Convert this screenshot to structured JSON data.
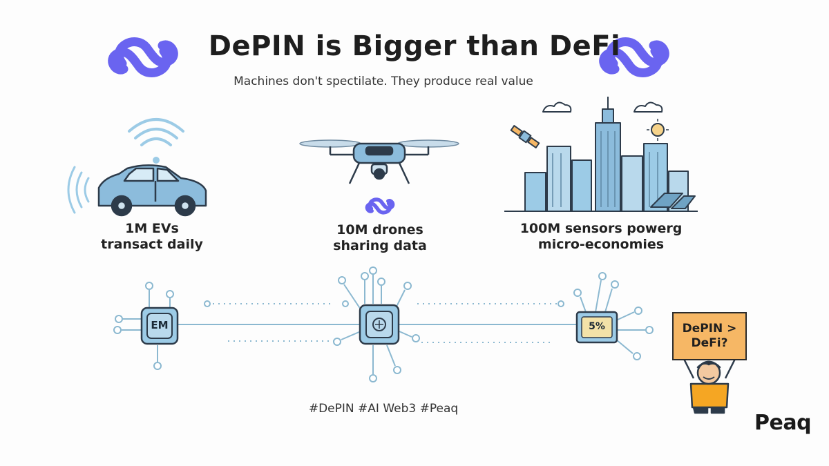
{
  "header": {
    "title": "DePIN is Bigger than DeFi",
    "subtitle": "Machines don't spectilate. They produce real value"
  },
  "panels": [
    {
      "line1": "1M EVs",
      "line2": "transact daily"
    },
    {
      "line1": "10M drones",
      "line2": "sharing data"
    },
    {
      "line1": "100M sensors powerg",
      "line2": "micro-economies"
    }
  ],
  "network": {
    "chip_left_label": "EM",
    "chip_right_label": "5%"
  },
  "sign": {
    "line1": "DePIN >",
    "line2": "DeFi?"
  },
  "footer": {
    "hashtags": "#DePIN #AI Web3 #Peaq",
    "brand": "Peaq"
  },
  "colors": {
    "logo": "#6a64f0",
    "icon_blue": "#9ccbe6",
    "outline": "#2d3b4a",
    "line": "#8bb8d0",
    "sign": "#f6b765",
    "shirt": "#f5a623"
  },
  "icons": [
    "peaq-logo-icon",
    "wifi-icon",
    "car-icon",
    "drone-icon",
    "city-icon",
    "chip-icon",
    "person-icon"
  ]
}
